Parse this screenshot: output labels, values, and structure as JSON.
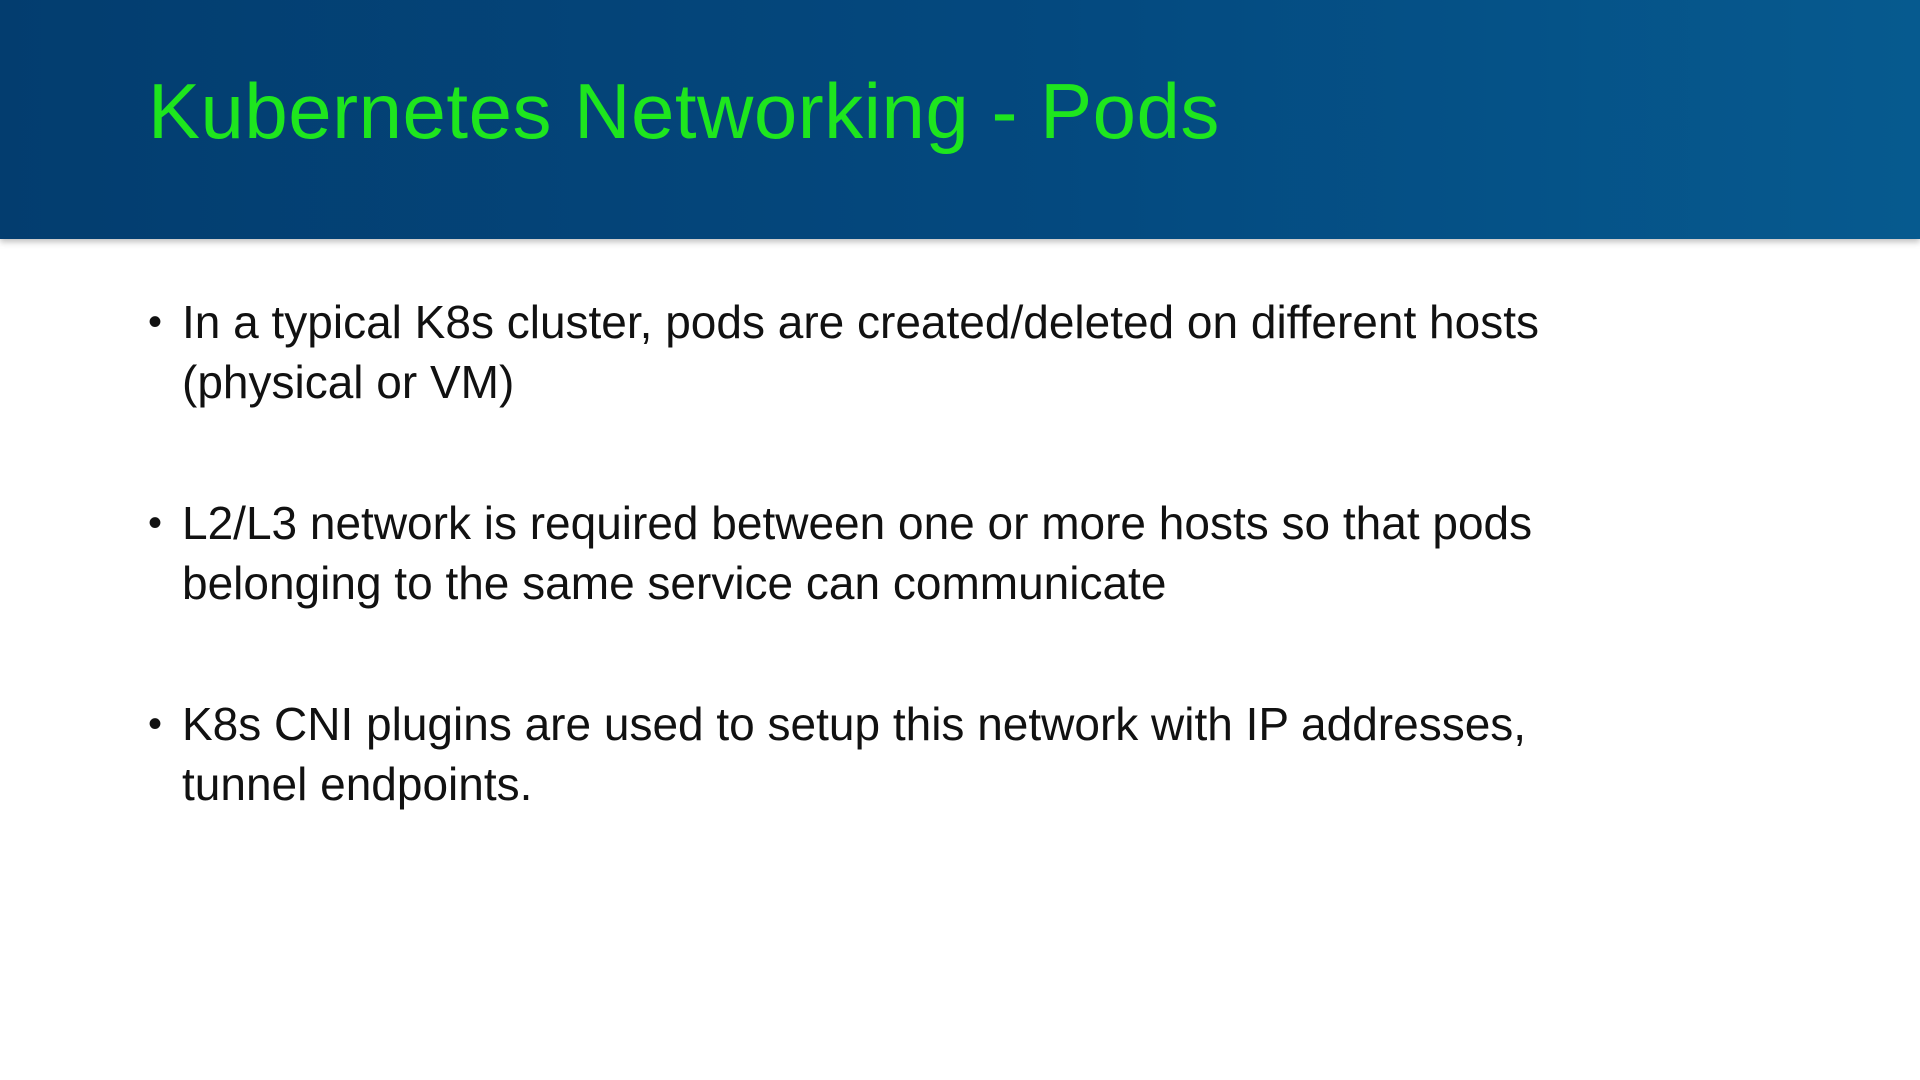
{
  "slide": {
    "title": "Kubernetes Networking - Pods",
    "bullet_marker": "•",
    "bullets": [
      {
        "text": "In a typical K8s cluster, pods are created/deleted on different hosts\n(physical or VM)"
      },
      {
        "text": "L2/L3 network is required between one or more hosts so that pods\nbelonging to the same service can communicate"
      },
      {
        "text": "K8s CNI plugins are used to setup this network with IP addresses,\ntunnel endpoints."
      }
    ]
  },
  "colors": {
    "header_start": "#033d6f",
    "header_end": "#065a8f",
    "title": "#1ee61e",
    "body_text": "#111111",
    "background": "#ffffff"
  }
}
